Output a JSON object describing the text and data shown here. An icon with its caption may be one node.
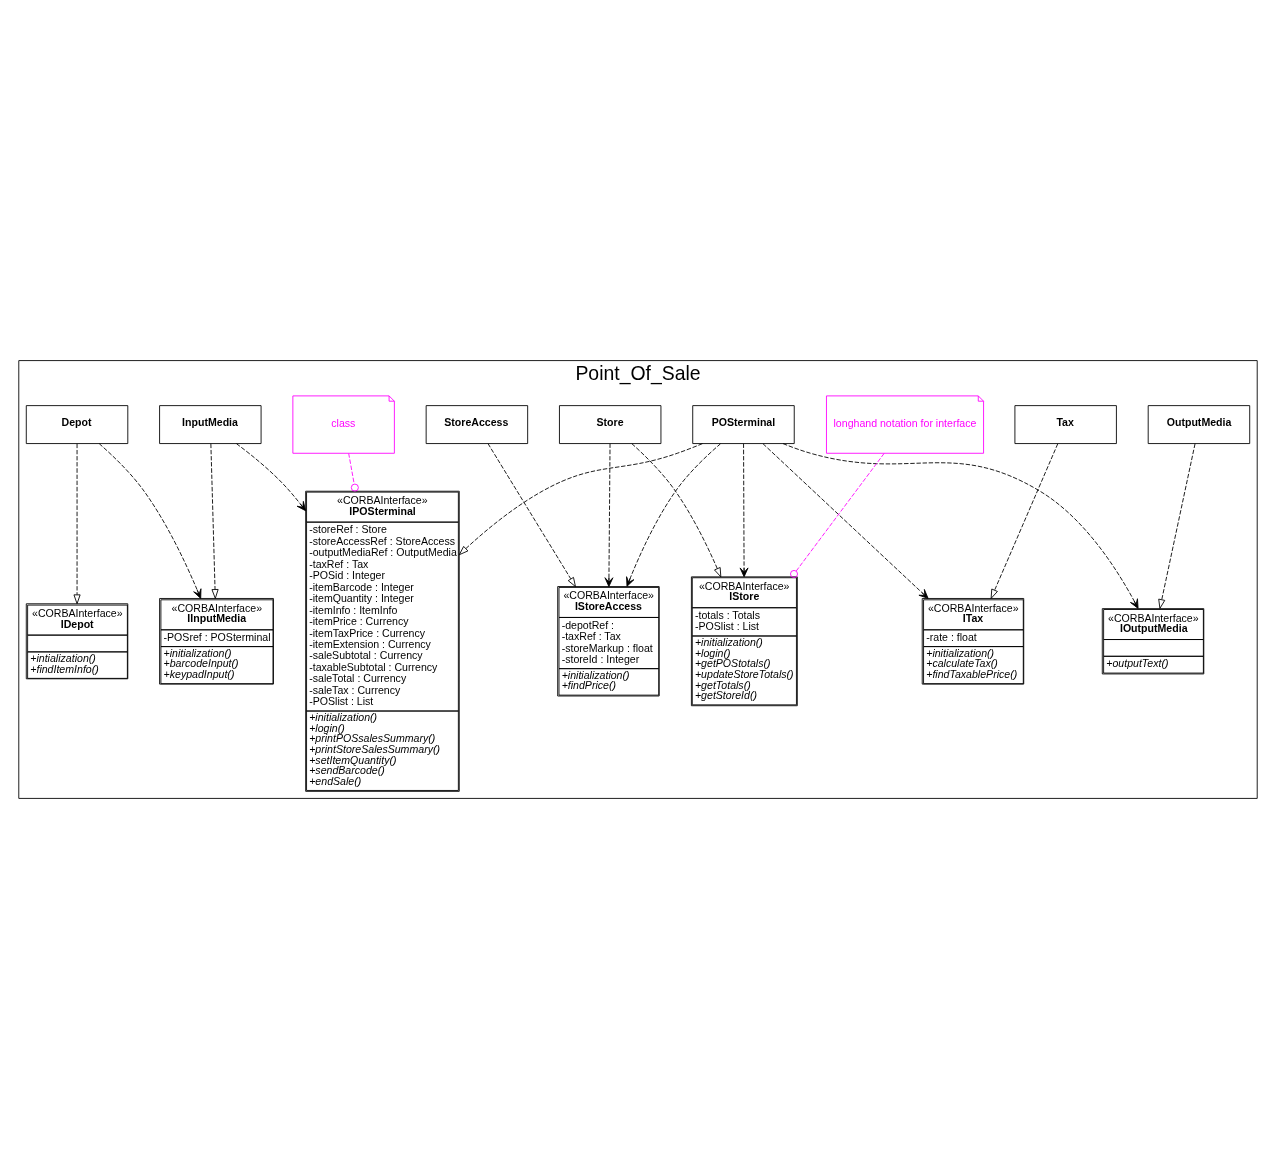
{
  "diagram": {
    "nodes": [
      {
        "text": [
          "Point_Of_Sale"
        ]
      },
      {
        "text": [
          "«CORBAInterface»",
          "IPOSterminal",
          "-storeRef : Store",
          "-storeAccessRef : StoreAccess",
          "-outputMediaRef : OutputMedia",
          "-taxRef : Tax",
          "-POSid : Integer",
          "-itemBarcode : Integer",
          "-itemQuantity : Integer",
          "-itemInfo : ItemInfo",
          "-itemPrice : Currency",
          "-itemTaxPrice : Currency",
          "-itemExtension : Currency",
          "-saleSubtotal : Currency",
          "-taxableSubtotal : Currency",
          "-saleTotal : Currency",
          "-saleTax : Currency",
          "-POSlist : List",
          "+initialization()",
          "+login()",
          "+printPOSsalesSummary()",
          "+printStoreSalesSummary()",
          "+setItemQuantity()",
          "+sendBarcode()",
          "+endSale()"
        ],
        "in": 0
      },
      {
        "text": [
          "InputMedia"
        ],
        "in": 0
      },
      {
        "text": [
          "«CORBAInterface»",
          "IInputMedia",
          "-POSref : POSterminal",
          "+initialization()",
          "+barcodeInput()",
          "+keypadInput()"
        ],
        "in": 0
      },
      {
        "text": [
          "OutputMedia"
        ],
        "in": 0
      },
      {
        "text": [
          "«CORBAInterface»",
          "IOutputMedia",
          "+outputText()"
        ],
        "in": 0
      },
      {
        "text": [
          "«CORBAInterface»",
          "IStore",
          "-totals : Totals",
          "-POSlist : List",
          "+initialization()",
          "+login()",
          "+getPOStotals()",
          "+updateStoreTotals()",
          "+getTotals()",
          "+getStoreId()"
        ],
        "in": 0
      },
      {
        "text": [
          "POSterminal"
        ],
        "in": 0
      },
      {
        "text": [
          "class"
        ],
        "in": 0
      },
      {
        "text": [
          "longhand notation for interface"
        ],
        "in": 0
      },
      {
        "text": [
          "Store"
        ],
        "in": 0
      },
      {
        "text": [
          "«CORBAInterface»",
          "ITax",
          "-rate : float",
          "+initialization()",
          "+calculateTax()",
          "+findTaxablePrice()"
        ],
        "in": 0
      },
      {
        "text": [
          "«CORBAInterface»",
          "IStoreAccess",
          "-depotRef :",
          "-taxRef : Tax",
          "-storeMarkup : float",
          "-storeId : Integer",
          "+initialization()",
          "+findPrice()"
        ],
        "in": 0
      },
      {
        "text": [
          "Tax"
        ],
        "in": 0
      },
      {
        "text": [
          "StoreAccess"
        ],
        "in": 0
      },
      {
        "text": [
          "«CORBAInterface»",
          "IDepot",
          "+intialization()",
          "+findItemInfo()"
        ],
        "in": 0
      },
      {
        "text": [
          "Depot"
        ],
        "in": 0
      }
    ],
    "edges": [
      {
        "from": 2,
        "to": 1,
        "arrow": "to",
        "style": "dashed"
      },
      {
        "from": 2,
        "to": 3,
        "arrow": "to",
        "style": "dashed"
      },
      {
        "from": 4,
        "to": 5,
        "arrow": "to",
        "style": "dashed"
      },
      {
        "from": 7,
        "to": 5,
        "arrow": "to",
        "style": "dashed"
      },
      {
        "from": 7,
        "to": 1,
        "arrow": "to",
        "style": "dashed"
      },
      {
        "from": 7,
        "to": 6,
        "arrow": "to",
        "style": "dashed"
      },
      {
        "from": 7,
        "to": 11,
        "arrow": "to",
        "style": "dashed"
      },
      {
        "from": 7,
        "to": 12,
        "arrow": "to",
        "style": "dashed"
      },
      {
        "from": 8,
        "to": 1,
        "arrow": "other",
        "style": "dashed",
        "color": "#ff00ff"
      },
      {
        "from": 9,
        "to": 6,
        "arrow": "other",
        "style": "dashed",
        "color": "#ff00ff"
      },
      {
        "from": 10,
        "to": 6,
        "arrow": "to",
        "style": "dashed"
      },
      {
        "from": 10,
        "to": 12,
        "arrow": "to",
        "style": "dashed"
      },
      {
        "from": 13,
        "to": 11,
        "arrow": "to",
        "style": "dashed"
      },
      {
        "from": 14,
        "to": 12,
        "arrow": "to",
        "style": "dashed"
      },
      {
        "from": 16,
        "to": 15,
        "arrow": "to",
        "style": "dashed"
      },
      {
        "from": 16,
        "to": 3,
        "arrow": "to",
        "style": "dashed"
      }
    ]
  }
}
